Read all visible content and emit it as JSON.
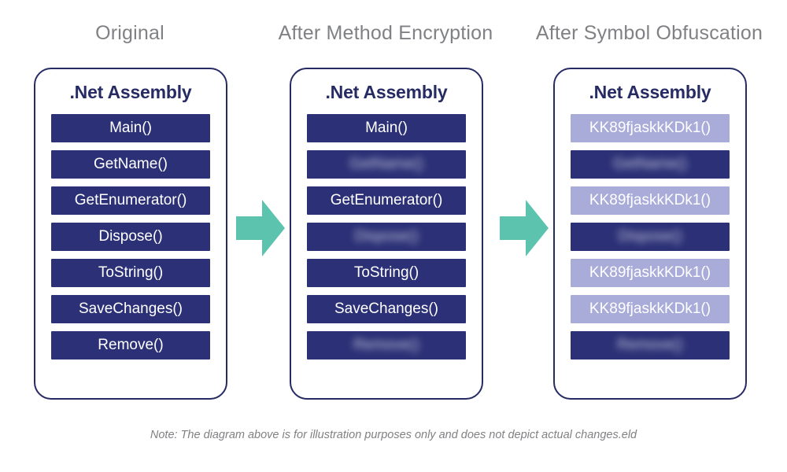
{
  "columns": [
    {
      "header": "Original"
    },
    {
      "header": "After Method Encryption"
    },
    {
      "header": "After Symbol Obfuscation"
    }
  ],
  "cards": [
    {
      "title": ".Net Assembly",
      "rows": [
        {
          "label": "Main()",
          "state": "plain"
        },
        {
          "label": "GetName()",
          "state": "plain"
        },
        {
          "label": "GetEnumerator()",
          "state": "plain"
        },
        {
          "label": "Dispose()",
          "state": "plain"
        },
        {
          "label": "ToString()",
          "state": "plain"
        },
        {
          "label": "SaveChanges()",
          "state": "plain"
        },
        {
          "label": "Remove()",
          "state": "plain"
        }
      ]
    },
    {
      "title": ".Net Assembly",
      "rows": [
        {
          "label": "Main()",
          "state": "plain"
        },
        {
          "label": "GetName()",
          "state": "encrypted"
        },
        {
          "label": "GetEnumerator()",
          "state": "plain"
        },
        {
          "label": "Dispose()",
          "state": "encrypted"
        },
        {
          "label": "ToString()",
          "state": "plain"
        },
        {
          "label": "SaveChanges()",
          "state": "plain"
        },
        {
          "label": "Remove()",
          "state": "encrypted"
        }
      ]
    },
    {
      "title": ".Net Assembly",
      "rows": [
        {
          "label": "KK89fjaskkKDk1()",
          "state": "renamed"
        },
        {
          "label": "GetName()",
          "state": "encrypted"
        },
        {
          "label": "KK89fjaskkKDk1()",
          "state": "renamed"
        },
        {
          "label": "Dispose()",
          "state": "encrypted"
        },
        {
          "label": "KK89fjaskkKDk1()",
          "state": "renamed"
        },
        {
          "label": "KK89fjaskkKDk1()",
          "state": "renamed"
        },
        {
          "label": "Remove()",
          "state": "encrypted"
        }
      ]
    }
  ],
  "arrows": [
    {
      "name": "arrow-original-to-encrypted"
    },
    {
      "name": "arrow-encrypted-to-obfuscated"
    }
  ],
  "footnote": "Note: The diagram above is for illustration purposes only and does not depict actual changes.eld",
  "colors": {
    "card_border": "#272b63",
    "pill_dark": "#2c3177",
    "pill_renamed": "#a9abd9",
    "arrow_teal": "#5cc4ae",
    "header_gray": "#808184",
    "background": "#ffffff"
  }
}
